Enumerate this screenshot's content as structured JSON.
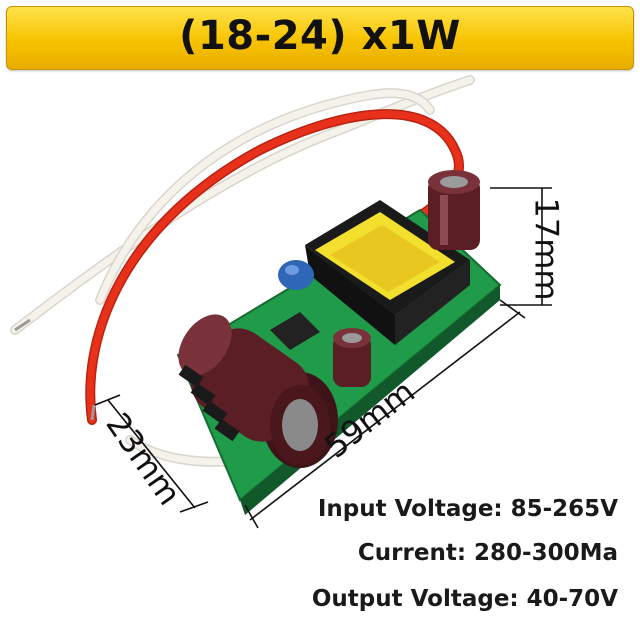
{
  "banner": {
    "title": "(18-24) x1W",
    "color": "#f7c300"
  },
  "dimensions": {
    "length": "59mm",
    "width": "23mm",
    "height": "17mm"
  },
  "specs": [
    {
      "label": "Input Voltage: 85-265V"
    },
    {
      "label": "Current: 280-300Ma"
    },
    {
      "label": "Output Voltage: 40-70V"
    }
  ],
  "colors": {
    "pcb": "#1f9b4a",
    "transformer": "#f2df2e",
    "capacitor": "#5a1e24",
    "red_wire": "#e8311a",
    "white_wire": "#f2f0e8"
  }
}
